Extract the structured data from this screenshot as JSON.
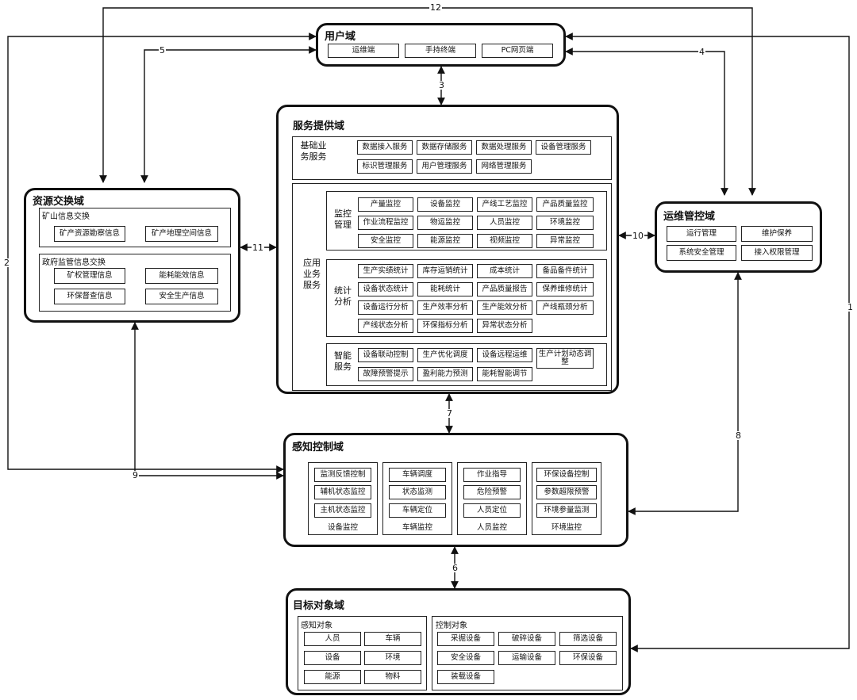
{
  "user_domain": {
    "title": "用户域",
    "items": [
      "运维端",
      "手持终端",
      "PC网页端"
    ]
  },
  "service_domain": {
    "title": "服务提供域",
    "basic": {
      "label": "基础业务服务",
      "row1": [
        "数据接入服务",
        "数据存储服务",
        "数据处理服务",
        "设备管理服务"
      ],
      "row2": [
        "标识管理服务",
        "用户管理服务",
        "网络管理服务"
      ]
    },
    "app_label": "应用业务服务",
    "monitor": {
      "label": "监控管理",
      "rows": [
        [
          "产量监控",
          "设备监控",
          "产线工艺监控",
          "产品质量监控"
        ],
        [
          "作业流程监控",
          "物运监控",
          "人员监控",
          "环境监控"
        ],
        [
          "安全监控",
          "能源监控",
          "视频监控",
          "异常监控"
        ]
      ]
    },
    "stats": {
      "label": "统计分析",
      "rows": [
        [
          "生产实绩统计",
          "库存运销统计",
          "成本统计",
          "备品备件统计"
        ],
        [
          "设备状态统计",
          "能耗统计",
          "产品质量报告",
          "保养维修统计"
        ],
        [
          "设备运行分析",
          "生产效率分析",
          "生产能效分析",
          "产线瓶颈分析"
        ],
        [
          "产线状态分析",
          "环保指标分析",
          "异常状态分析"
        ]
      ]
    },
    "smart": {
      "label": "智能服务",
      "row1": [
        "设备联动控制",
        "生产优化调度",
        "设备远程运维",
        "生产计划动态调整"
      ],
      "row2": [
        "故障预警提示",
        "盈利能力预测",
        "能耗智能调节"
      ]
    }
  },
  "resource_domain": {
    "title": "资源交换域",
    "mine": {
      "label": "矿山信息交换",
      "items": [
        "矿产资源勘察信息",
        "矿产地理空间信息"
      ]
    },
    "gov": {
      "label": "政府监管信息交换",
      "items": [
        "矿权管理信息",
        "能耗能效信息",
        "环保督查信息",
        "安全生产信息"
      ]
    }
  },
  "ops_domain": {
    "title": "运维管控域",
    "items": [
      "运行管理",
      "维护保养",
      "系统安全管理",
      "接入权限管理"
    ]
  },
  "sense_domain": {
    "title": "感知控制域",
    "groups": [
      {
        "caption": "设备监控",
        "items": [
          "监测反馈控制",
          "辅机状态监控",
          "主机状态监控"
        ]
      },
      {
        "caption": "车辆监控",
        "items": [
          "车辆调度",
          "状态监测",
          "车辆定位"
        ]
      },
      {
        "caption": "人员监控",
        "items": [
          "作业指导",
          "危险预警",
          "人员定位"
        ]
      },
      {
        "caption": "环境监控",
        "items": [
          "环保设备控制",
          "参数超限预警",
          "环境参量监测"
        ]
      }
    ]
  },
  "target_domain": {
    "title": "目标对象域",
    "sense": {
      "label": "感知对象",
      "items": [
        "人员",
        "车辆",
        "设备",
        "环境",
        "能源",
        "物料"
      ]
    },
    "control": {
      "label": "控制对象",
      "items": [
        "采掘设备",
        "破碎设备",
        "筛选设备",
        "安全设备",
        "运输设备",
        "环保设备",
        "装载设备"
      ]
    }
  },
  "connector_labels": [
    "1",
    "2",
    "3",
    "4",
    "5",
    "6",
    "7",
    "8",
    "9",
    "10",
    "11",
    "12"
  ]
}
